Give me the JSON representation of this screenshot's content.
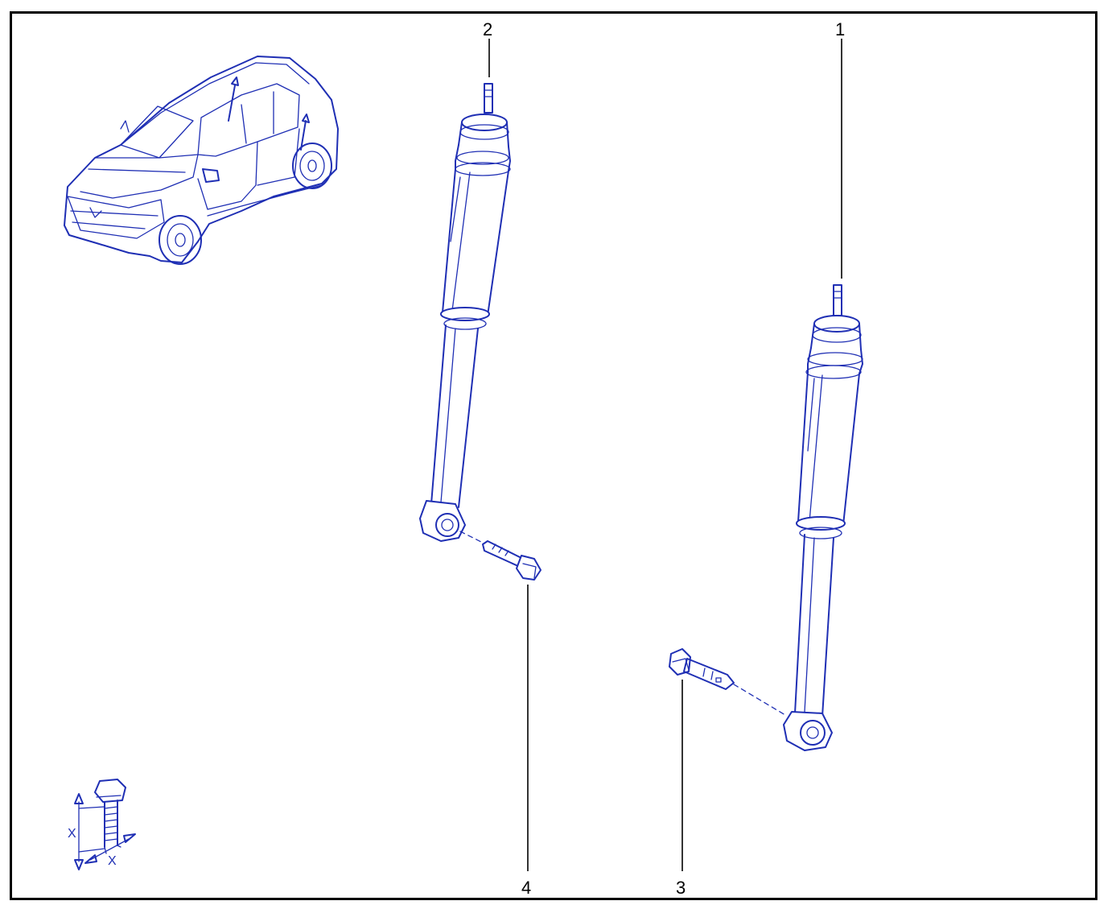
{
  "colors": {
    "ink": "#1f2fb4",
    "frame": "#000000",
    "background": "#ffffff"
  },
  "callouts": [
    {
      "id": "1",
      "label": "1"
    },
    {
      "id": "2",
      "label": "2"
    },
    {
      "id": "3",
      "label": "3"
    },
    {
      "id": "4",
      "label": "4"
    }
  ],
  "bolt_legend": {
    "dimension_label_1": "X",
    "dimension_label_2": "X"
  }
}
